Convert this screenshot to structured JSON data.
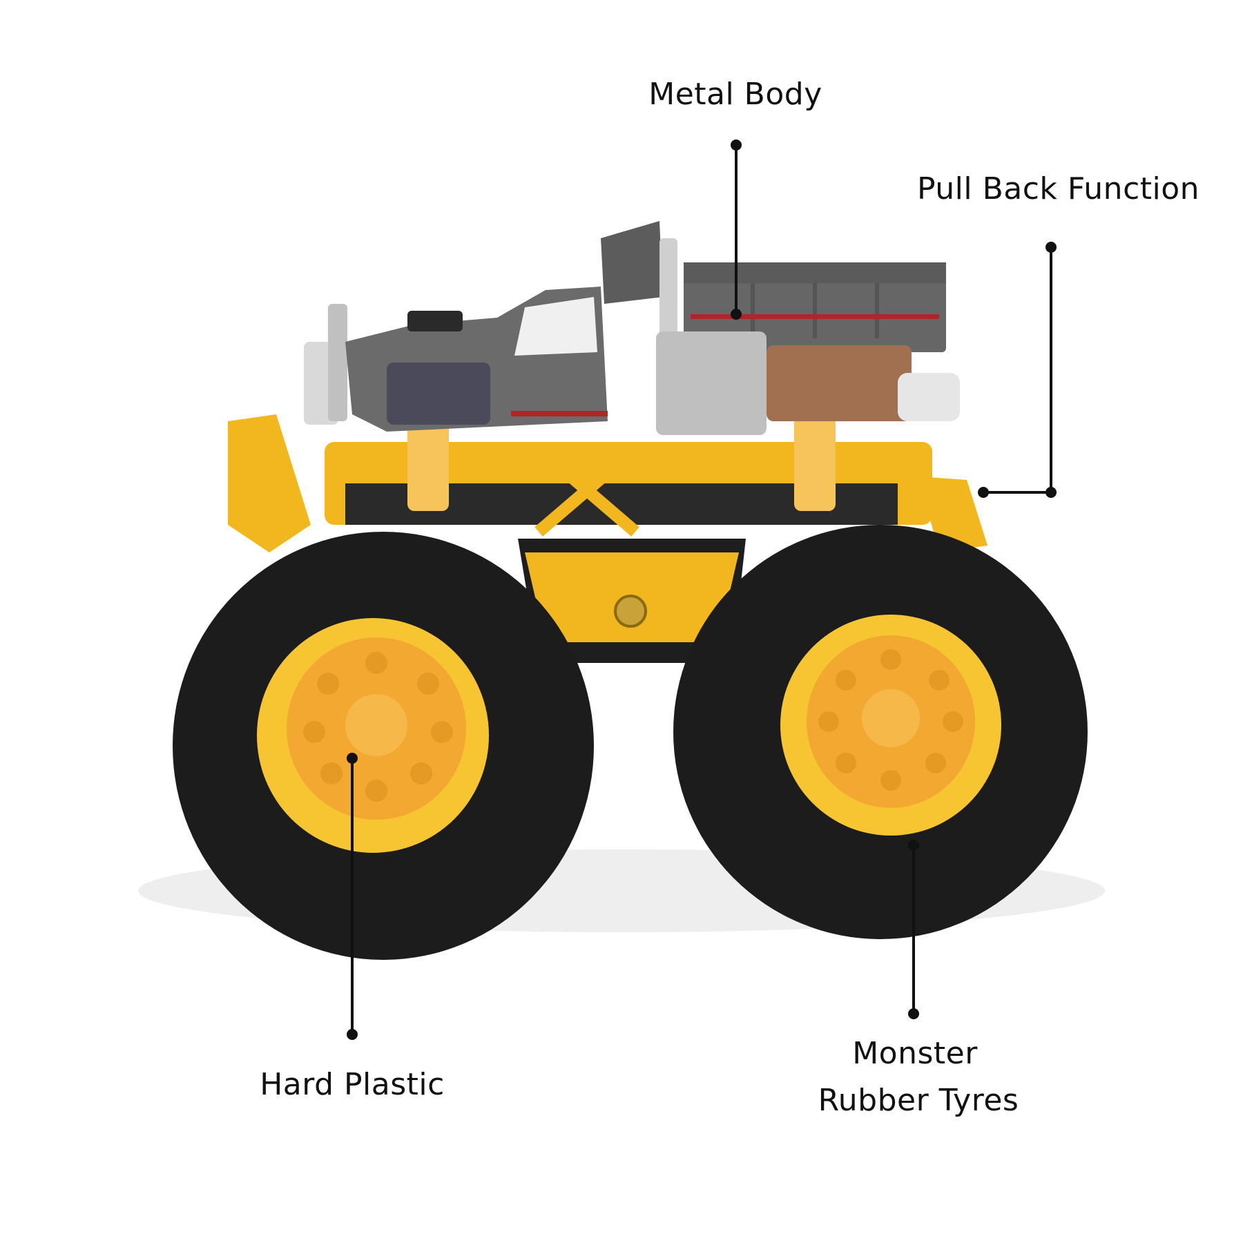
{
  "image": {
    "subject": "Toy monster truck with yellow chassis, grey metal dump-truck body and black rubber tyres",
    "colors": {
      "background": "#ffffff",
      "chassis_yellow": "#f2b61f",
      "body_grey": "#6b6b6b",
      "tyre_black": "#1c1c1c",
      "rim_yellow": "#f7c532",
      "chrome": "#d9d9d9",
      "accent_red": "#b0242a",
      "text": "#111111"
    }
  },
  "callouts": [
    {
      "id": "metal-body",
      "text": "Metal Body",
      "target": "grey truck bed"
    },
    {
      "id": "pull-back-function",
      "text": "Pull Back Function",
      "target": "rear chassis"
    },
    {
      "id": "hard-plastic",
      "text": "Hard Plastic",
      "target": "front wheel rim"
    },
    {
      "id": "monster-rubber-tyres",
      "text": "Monster",
      "text_line2": "Rubber Tyres",
      "target": "rear tyre"
    }
  ]
}
